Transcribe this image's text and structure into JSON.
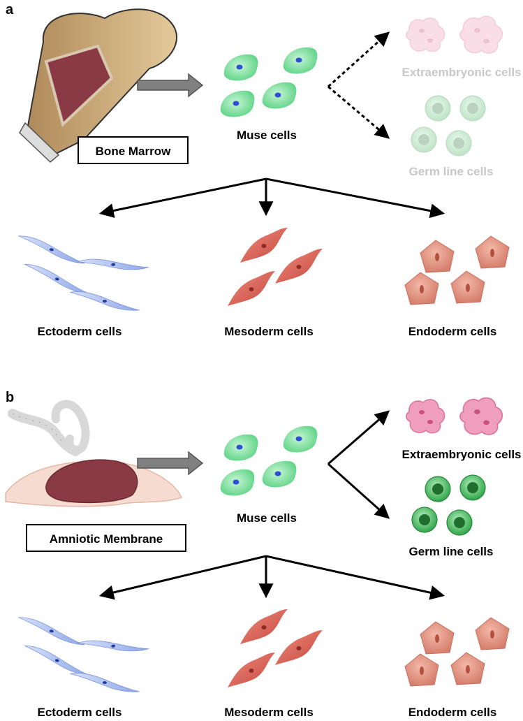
{
  "panel_a": {
    "letter": "a",
    "source_label": "Bone Marrow",
    "center_label": "Muse cells",
    "extraembryonic_label": "Extraembryonic cells",
    "germline_label": "Germ line cells",
    "ectoderm_label": "Ectoderm cells",
    "mesoderm_label": "Mesoderm cells",
    "endoderm_label": "Endoderm cells",
    "branch_style": "dotted",
    "faded_targets": true
  },
  "panel_b": {
    "letter": "b",
    "source_label": "Amniotic Membrane",
    "center_label": "Muse cells",
    "extraembryonic_label": "Extraembryonic cells",
    "germline_label": "Germ line cells",
    "ectoderm_label": "Ectoderm cells",
    "mesoderm_label": "Mesoderm cells",
    "endoderm_label": "Endoderm cells",
    "branch_style": "solid",
    "faded_targets": false
  },
  "colors": {
    "muse_cell": "#7fe0a2",
    "muse_nucleus": "#2a4fd0",
    "ectoderm_cell": "#8fa8e8",
    "mesoderm_cell": "#e06a5e",
    "endoderm_cell": "#e08f7e",
    "extraembryonic_cell": "#e79ab5",
    "germline_cell": "#3fbf5a",
    "arrow_gray": "#808080",
    "faded_text": "#c8c8c8"
  }
}
